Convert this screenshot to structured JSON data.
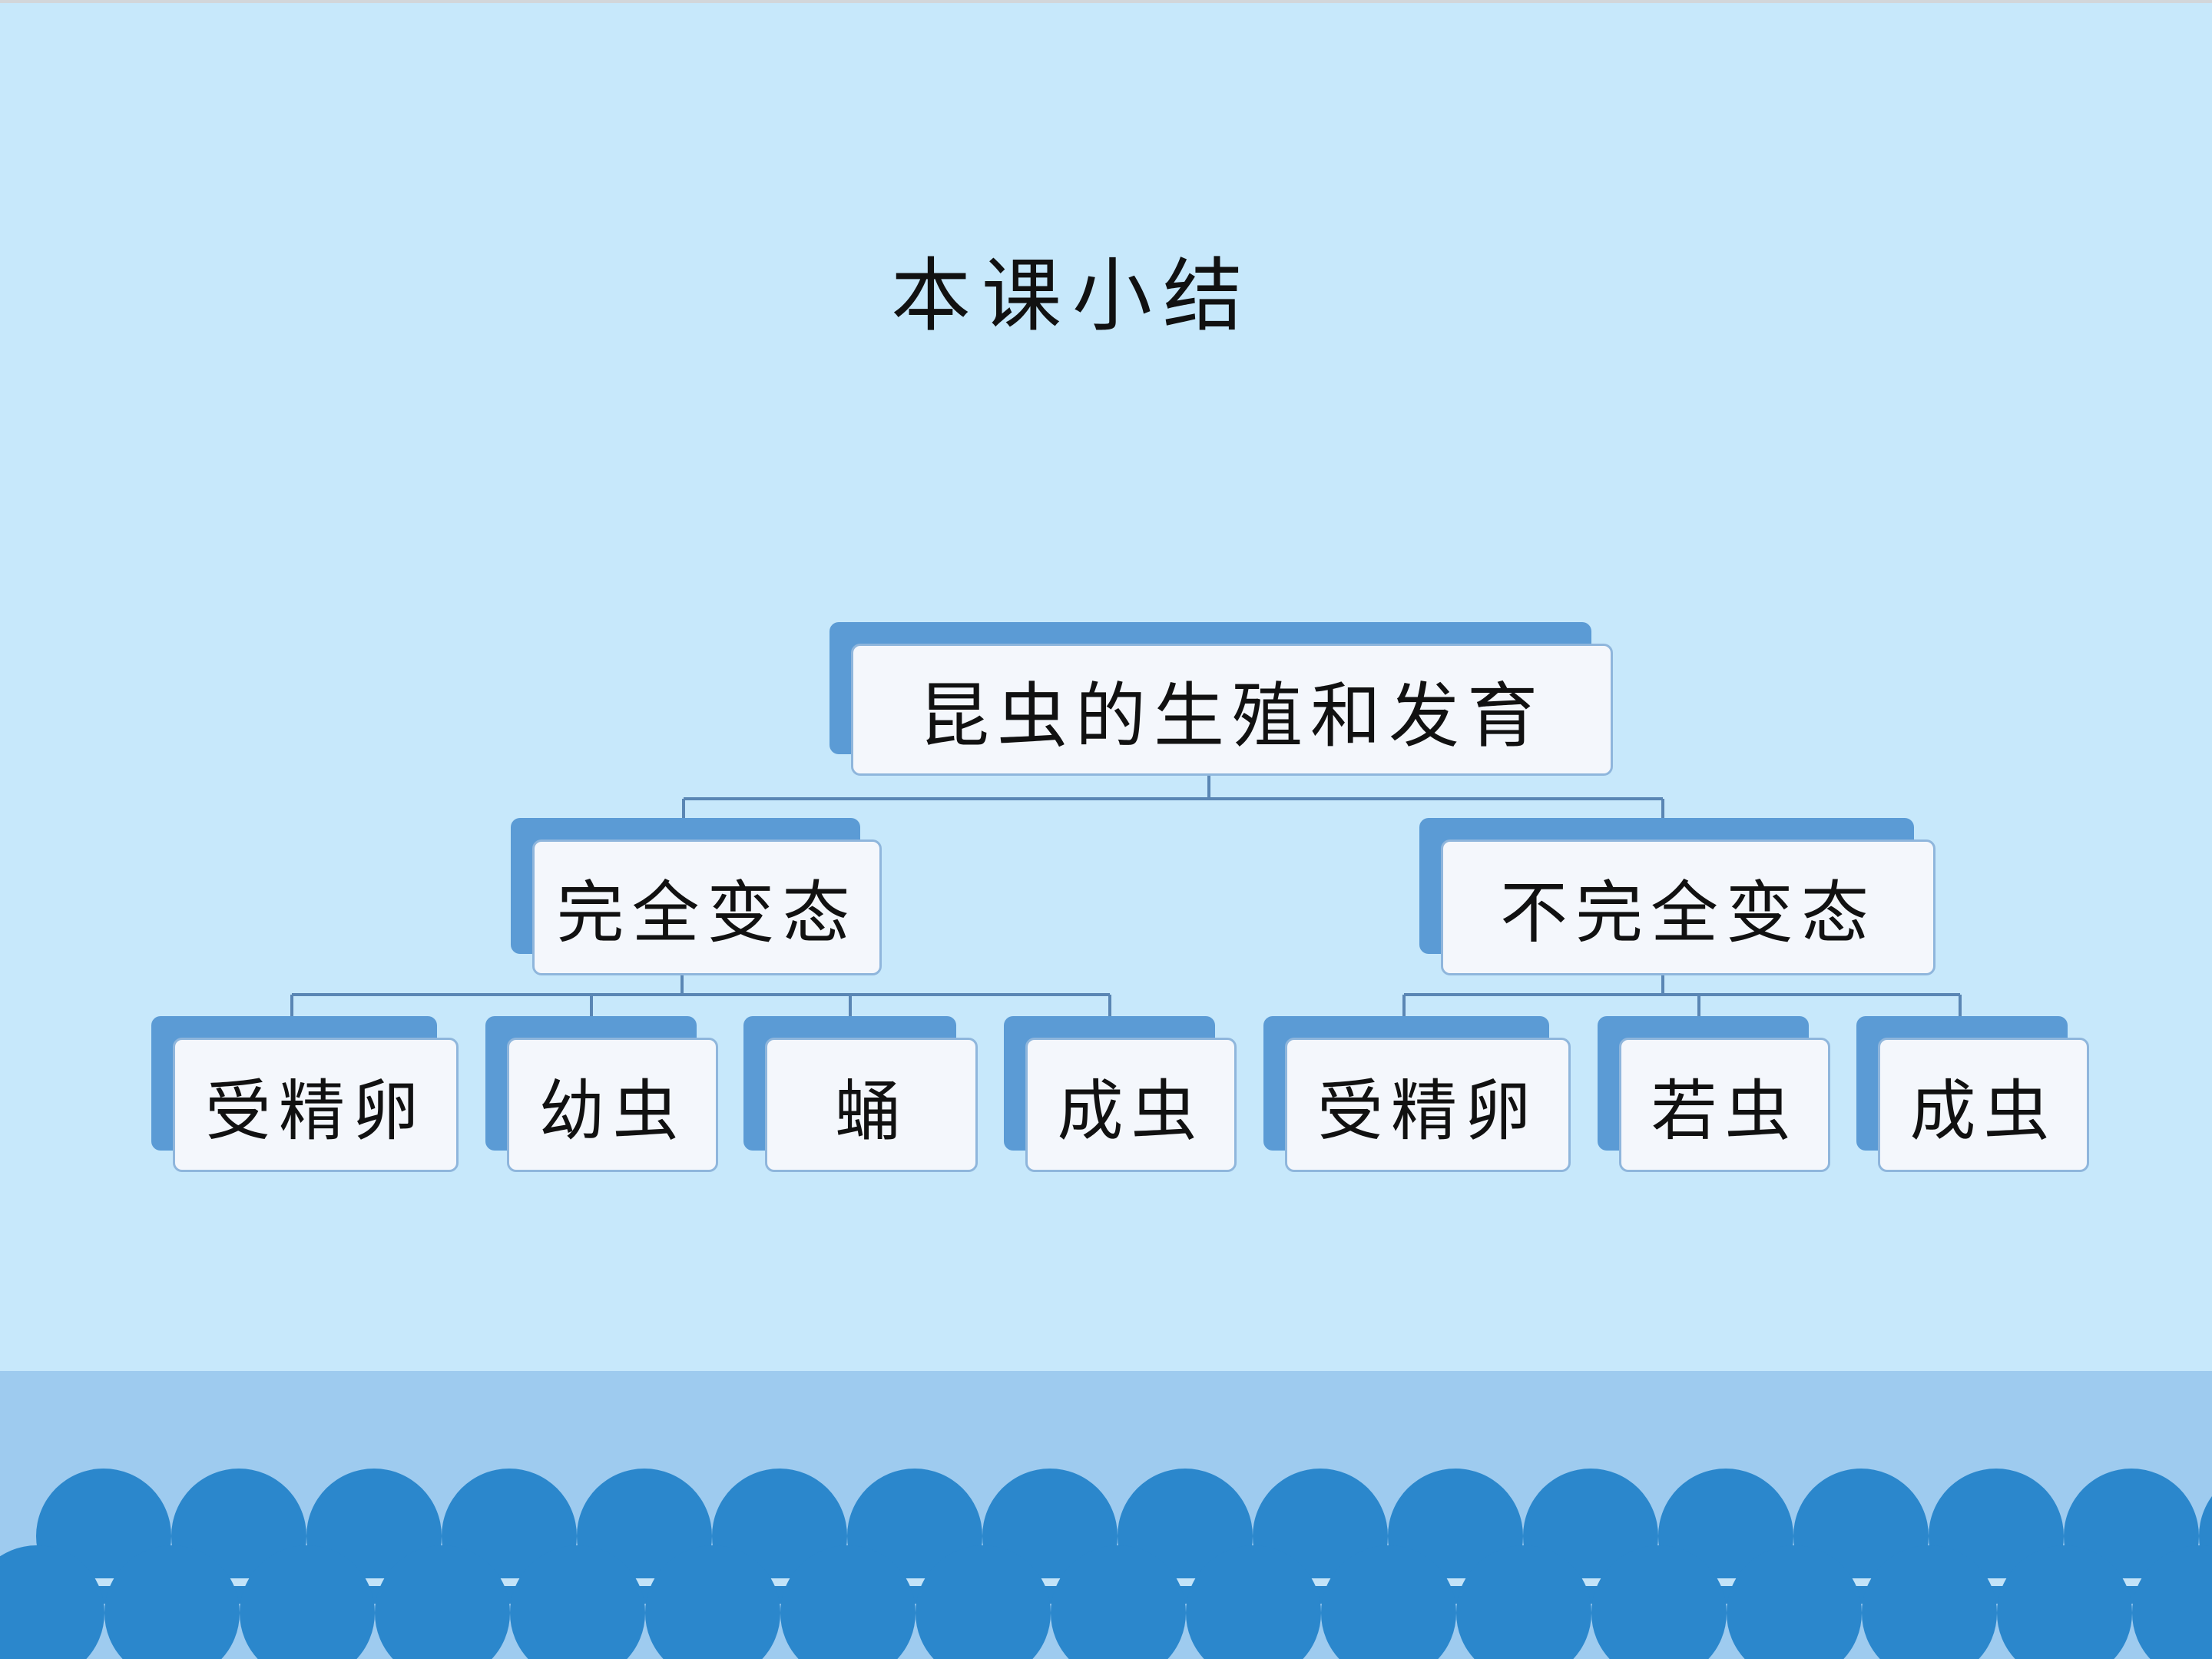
{
  "slide": {
    "title": "本课小结",
    "colors": {
      "background": "#c7e8fb",
      "node_shadow": "#5b9bd5",
      "node_face": "#f4f7fc",
      "connector": "#5a86b4",
      "band": "#9ecbef",
      "waves": "#2b87cc"
    }
  },
  "tree": {
    "root": "昆虫的生殖和发育",
    "branches": [
      {
        "label": "完全变态",
        "children": [
          "受精卵",
          "幼虫",
          "蛹",
          "成虫"
        ]
      },
      {
        "label": "不完全变态",
        "children": [
          "受精卵",
          "若虫",
          "成虫"
        ]
      }
    ]
  }
}
